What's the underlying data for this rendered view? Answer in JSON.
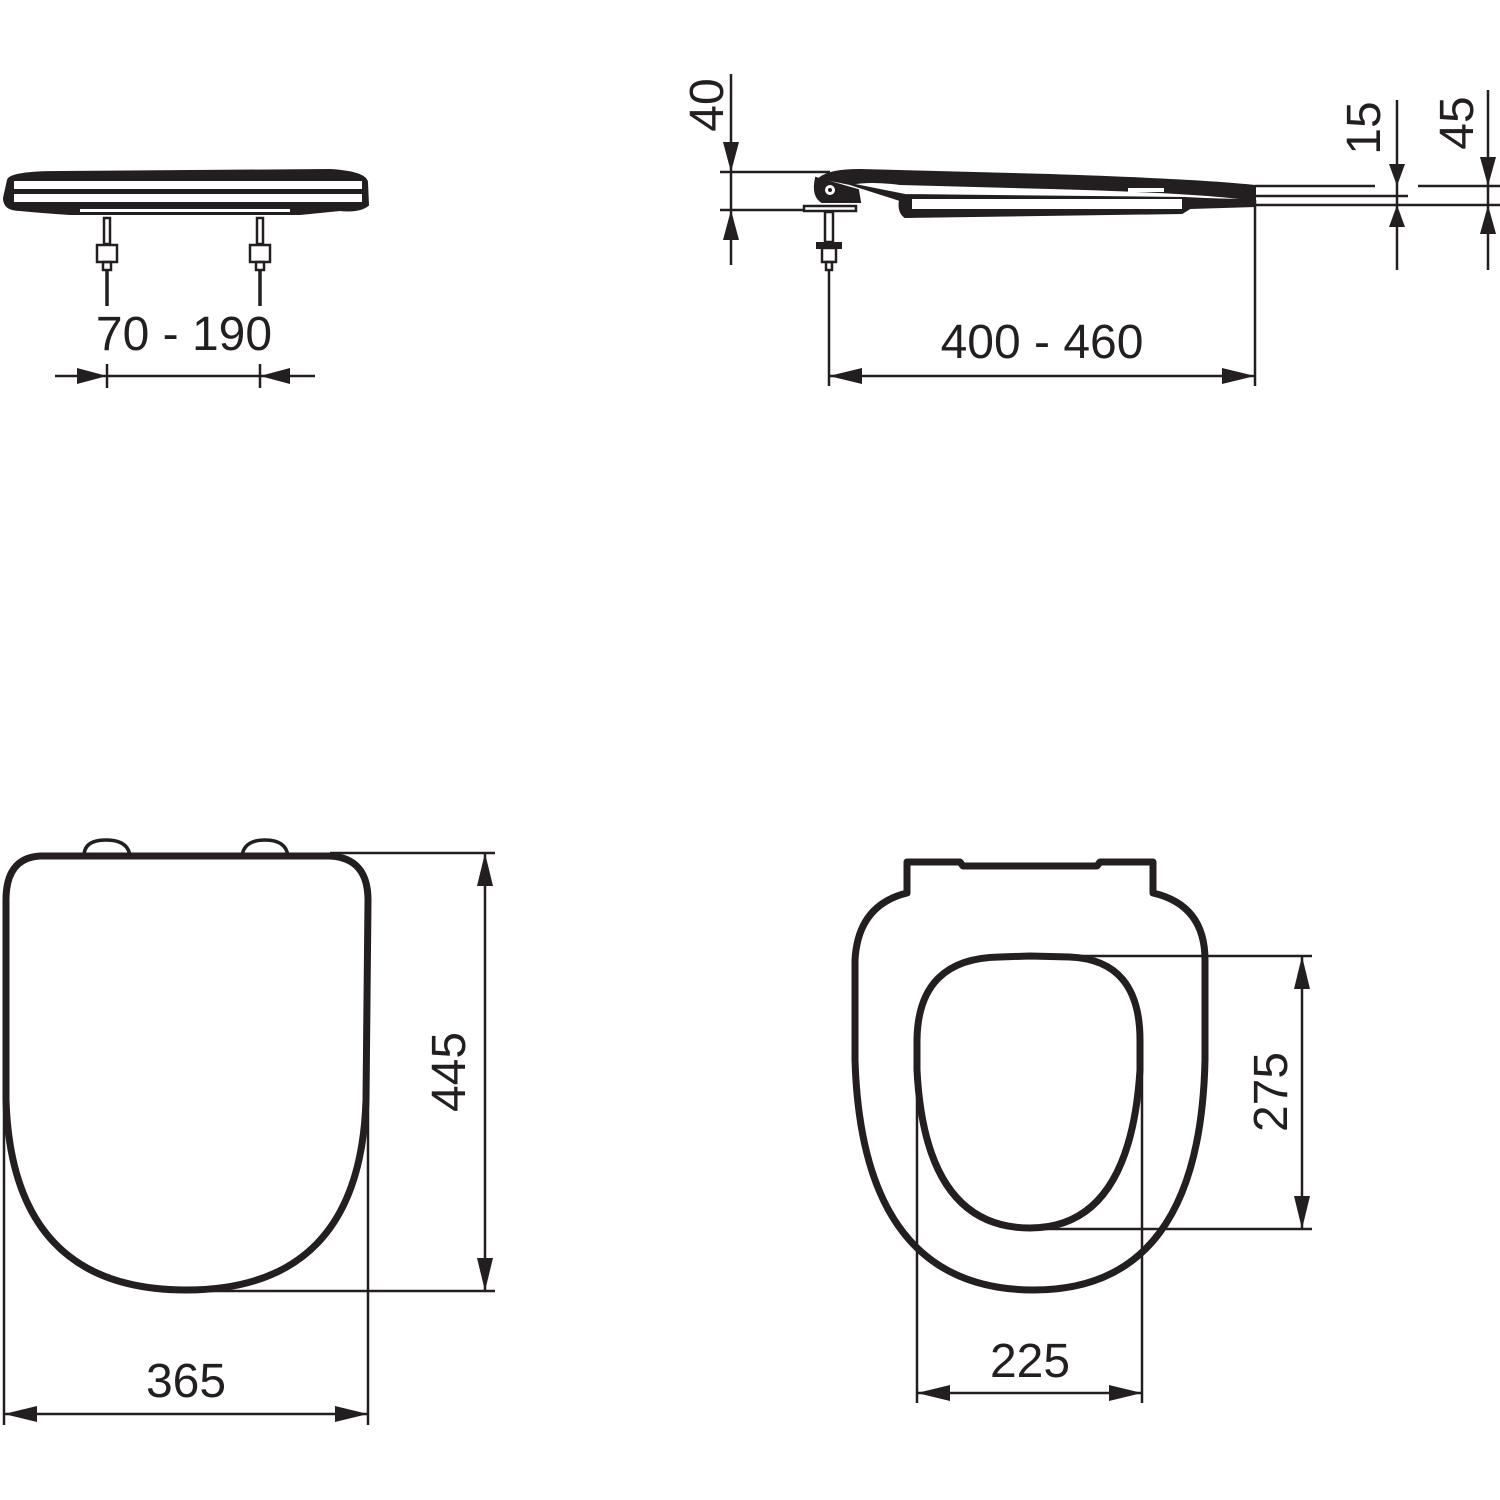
{
  "drawing": {
    "subject": "Toilet seat and lid technical dimension drawing",
    "line_color": "#231f20",
    "background": "#ffffff",
    "views": [
      {
        "id": "front-view",
        "label": "Front elevation (lid closed)",
        "dimensions": {
          "hinge_spacing": "70 - 190"
        }
      },
      {
        "id": "side-view",
        "label": "Side elevation",
        "dimensions": {
          "hinge_height": "40",
          "hinge_to_front": "400 - 460",
          "front_seat_height": "15",
          "front_total_height": "45"
        }
      },
      {
        "id": "lid-top-view",
        "label": "Top view (lid)",
        "dimensions": {
          "length": "445",
          "width": "365"
        }
      },
      {
        "id": "seat-top-view",
        "label": "Top view (seat opening)",
        "dimensions": {
          "opening_length": "275",
          "opening_width": "225"
        }
      }
    ]
  }
}
